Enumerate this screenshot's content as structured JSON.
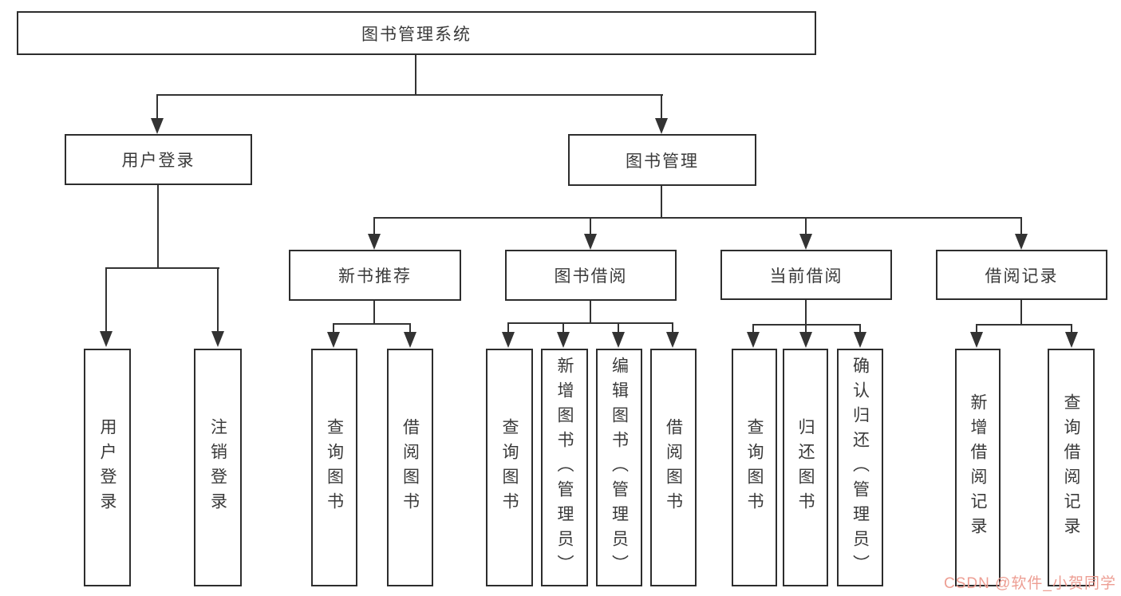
{
  "diagram": {
    "type": "hierarchy-tree",
    "root": {
      "label": "图书管理系统"
    },
    "branches": [
      {
        "label": "用户登录",
        "children": [
          {
            "label": "用户登录"
          },
          {
            "label": "注销登录"
          }
        ]
      },
      {
        "label": "图书管理",
        "children": [
          {
            "label": "新书推荐",
            "children": [
              {
                "label": "查询图书"
              },
              {
                "label": "借阅图书"
              }
            ]
          },
          {
            "label": "图书借阅",
            "children": [
              {
                "label": "查询图书"
              },
              {
                "label": "新增图书（管理员）"
              },
              {
                "label": "编辑图书（管理员）"
              },
              {
                "label": "借阅图书"
              }
            ]
          },
          {
            "label": "当前借阅",
            "children": [
              {
                "label": "查询图书"
              },
              {
                "label": "归还图书"
              },
              {
                "label": "确认归还（管理员）"
              }
            ]
          },
          {
            "label": "借阅记录",
            "children": [
              {
                "label": "新增借阅记录"
              },
              {
                "label": "查询借阅记录"
              }
            ]
          }
        ]
      }
    ]
  },
  "watermark": {
    "text": "CSDN @软件_小贺同学",
    "color": "#ed9e93"
  },
  "colors": {
    "background": "#ffffff",
    "box_border": "#2d2d2d",
    "line": "#333333",
    "text": "#3a3a3a"
  }
}
